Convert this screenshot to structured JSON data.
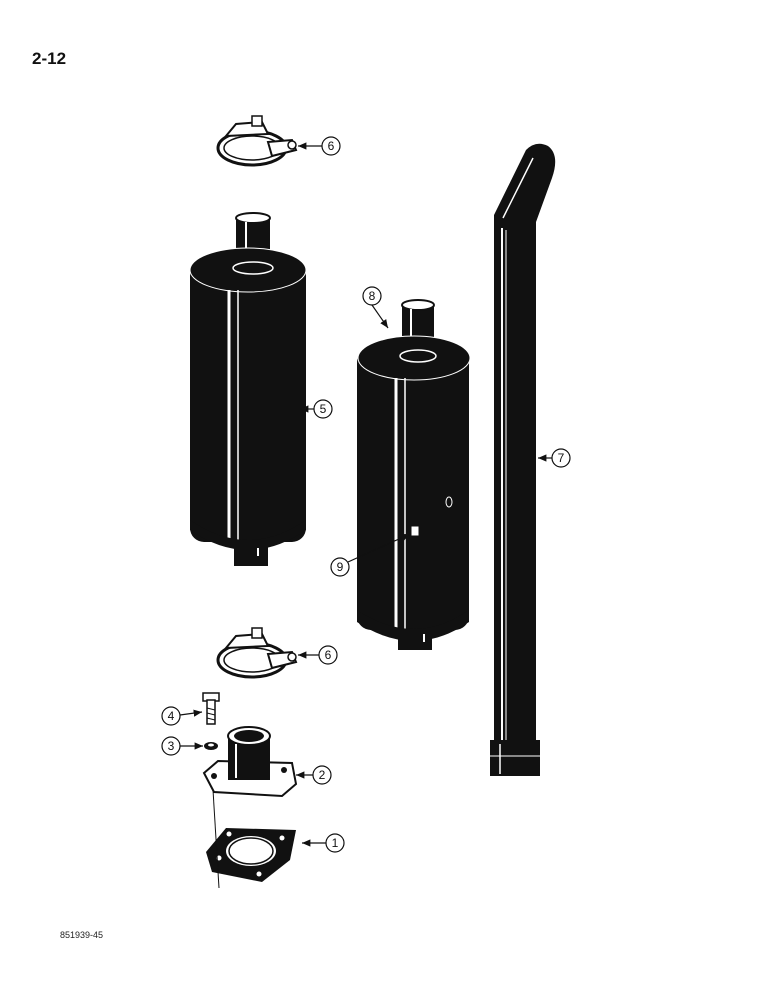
{
  "page_number": "2-12",
  "figure_code": "851939-45",
  "callouts": {
    "c1": "1",
    "c2": "2",
    "c3": "3",
    "c4": "4",
    "c5": "5",
    "c6a": "6",
    "c6b": "6",
    "c7": "7",
    "c8": "8",
    "c9": "9"
  },
  "colors": {
    "ink": "#111111",
    "paper": "#ffffff"
  }
}
